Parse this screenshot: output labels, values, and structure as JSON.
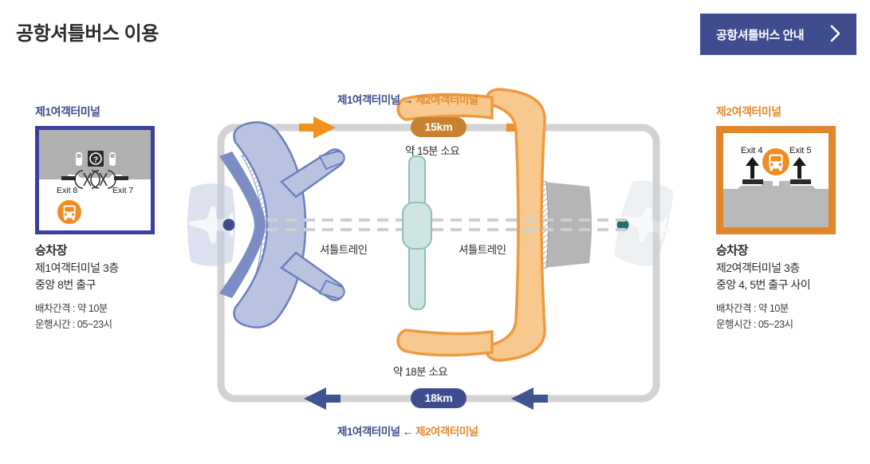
{
  "header": {
    "title": "공항셔틀버스 이용",
    "guide_button_label": "공항셔틀버스 안내",
    "chevron_icon": "chevron-right-icon"
  },
  "colors": {
    "terminal1": "#3f4d8f",
    "terminal2": "#e58a2e",
    "badge_15km": "#c8822f",
    "badge_18km": "#3f4d8f",
    "route_line": "#d3d3d3",
    "button_bg": "#3f4d8f"
  },
  "panels": [
    {
      "heading": "제1여객터미널",
      "figure": {
        "icons": [
          "info-kiosk-icon",
          "elevator-icon",
          "elevator-icon",
          "revolving-door-icon",
          "revolving-door-icon",
          "bus-circle-icon"
        ],
        "exit_left": "Exit 8",
        "exit_right": "Exit 7"
      },
      "caption_title": "승차장",
      "caption_lines": [
        "제1여객터미널 3층",
        "중앙 8번 출구"
      ],
      "sub_lines": [
        "배차간격 : 약 10분",
        "운행시간 : 05~23시"
      ]
    },
    {
      "heading": "제2여객터미널",
      "figure": {
        "icons": [
          "up-arrow-icon",
          "up-arrow-icon",
          "bus-circle-icon"
        ],
        "exit_left": "Exit 4",
        "exit_right": "Exit 5"
      },
      "caption_title": "승차장",
      "caption_lines": [
        "제2여객터미널 3층",
        "중앙 4, 5번 출구 사이"
      ],
      "sub_lines": [
        "배차간격 : 약 10분",
        "운행시간 : 05~23시"
      ]
    }
  ],
  "map": {
    "top_direction": {
      "from": "제1여객터미널",
      "arrow": "→",
      "to": "제2여객터미널"
    },
    "top_badge": "15km",
    "top_time": "약 15분 소요",
    "bottom_time": "약 18분 소요",
    "bottom_badge": "18km",
    "bottom_direction": {
      "from": "제1여객터미널",
      "arrow": "←",
      "to": "제2여객터미널"
    },
    "shuttle_train_left": "셔틀트레인",
    "shuttle_train_right": "셔틀트레인"
  }
}
